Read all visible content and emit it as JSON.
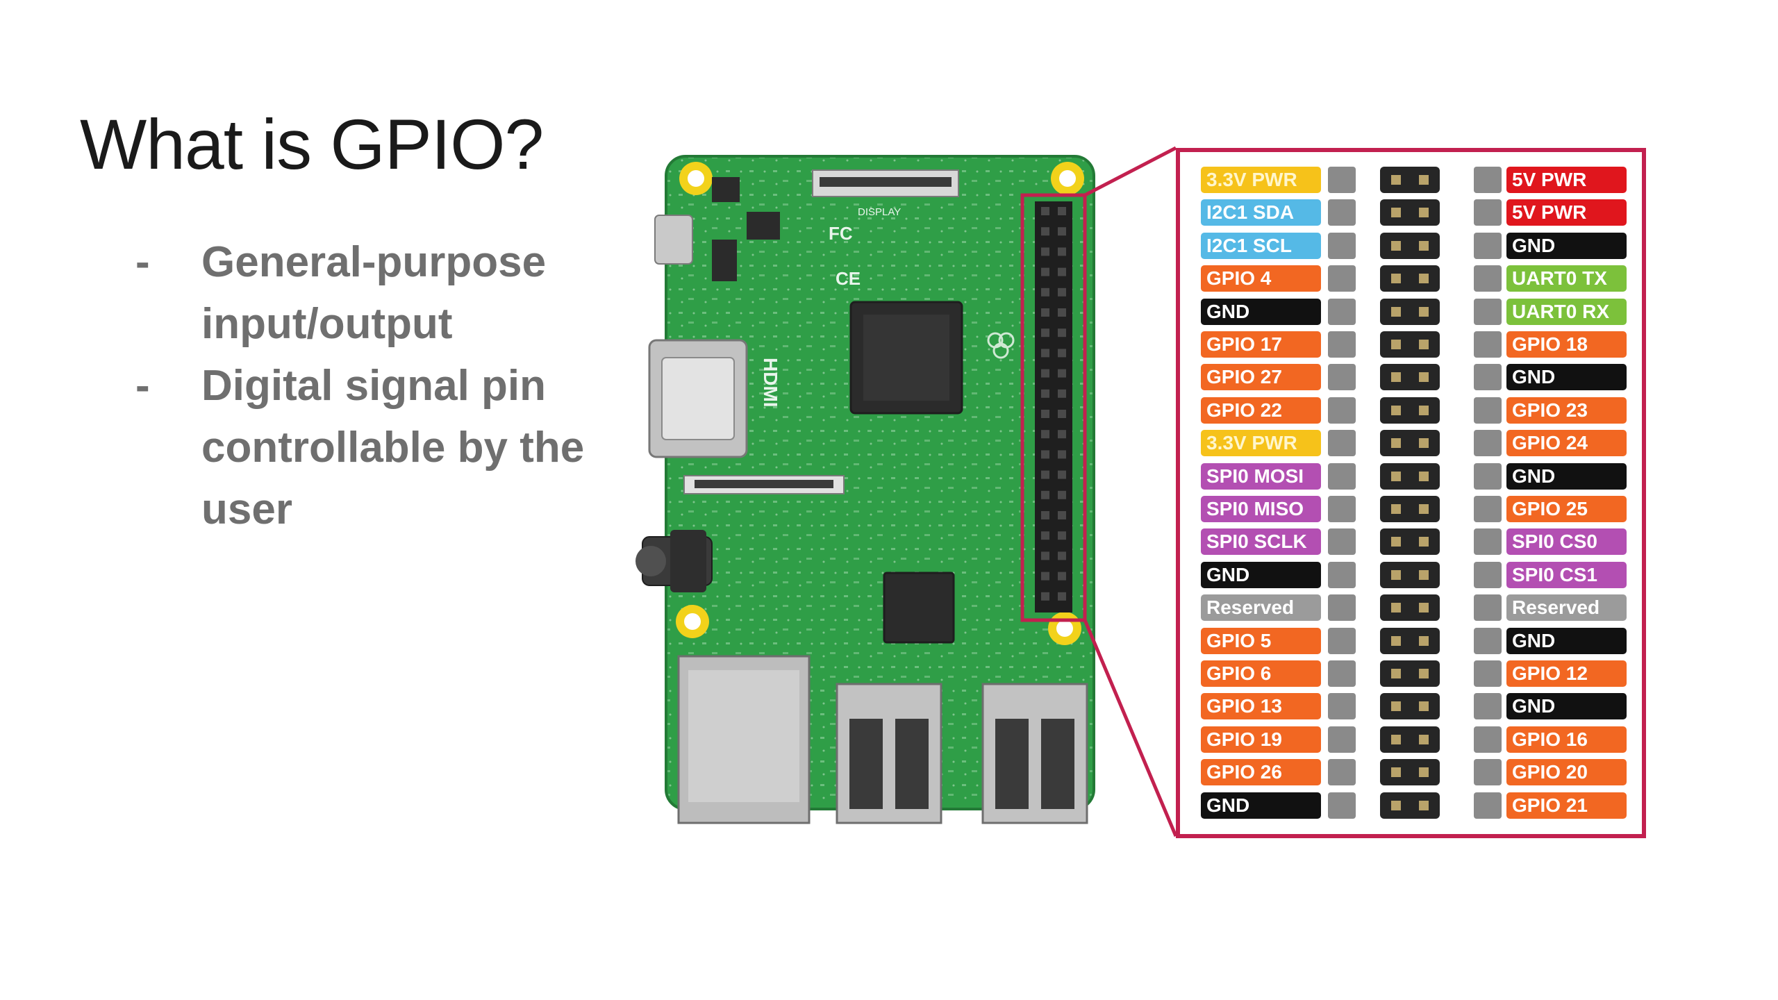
{
  "slide": {
    "title": "What is GPIO?",
    "bullets": [
      {
        "dash": "-",
        "text": "General-purpose input/output"
      },
      {
        "dash": "-",
        "text": "Digital signal pin controllable by the user"
      }
    ]
  },
  "board": {
    "labels": {
      "hdmi": "HDMI",
      "display": "DISPLAY",
      "fc": "FC",
      "ce": "CE"
    },
    "colors": {
      "pcb": "#2f9e47",
      "pcb_dark": "#237a36",
      "mount_hole": "#f2d21b",
      "metal": "#c2c2c2",
      "chip": "#2b2b2b"
    }
  },
  "pinout": {
    "frame_color": "#c2204f",
    "colors": {
      "power33": "#f6c21a",
      "power5": "#e0161d",
      "i2c": "#55b9e6",
      "gpio": "#f26722",
      "gnd": "#111111",
      "uart": "#7cc13b",
      "spi": "#b34fb2",
      "reserved": "#9b9b9b"
    },
    "rows": [
      {
        "left": {
          "text": "3.3V PWR",
          "kind": "power33"
        },
        "right": {
          "text": "5V PWR",
          "kind": "power5"
        }
      },
      {
        "left": {
          "text": "I2C1 SDA",
          "kind": "i2c"
        },
        "right": {
          "text": "5V PWR",
          "kind": "power5"
        }
      },
      {
        "left": {
          "text": "I2C1 SCL",
          "kind": "i2c"
        },
        "right": {
          "text": "GND",
          "kind": "gnd"
        }
      },
      {
        "left": {
          "text": "GPIO 4",
          "kind": "gpio"
        },
        "right": {
          "text": "UART0 TX",
          "kind": "uart"
        }
      },
      {
        "left": {
          "text": "GND",
          "kind": "gnd"
        },
        "right": {
          "text": "UART0 RX",
          "kind": "uart"
        }
      },
      {
        "left": {
          "text": "GPIO 17",
          "kind": "gpio"
        },
        "right": {
          "text": "GPIO 18",
          "kind": "gpio"
        }
      },
      {
        "left": {
          "text": "GPIO 27",
          "kind": "gpio"
        },
        "right": {
          "text": "GND",
          "kind": "gnd"
        }
      },
      {
        "left": {
          "text": "GPIO 22",
          "kind": "gpio"
        },
        "right": {
          "text": "GPIO 23",
          "kind": "gpio"
        }
      },
      {
        "left": {
          "text": "3.3V PWR",
          "kind": "power33"
        },
        "right": {
          "text": "GPIO 24",
          "kind": "gpio"
        }
      },
      {
        "left": {
          "text": "SPI0 MOSI",
          "kind": "spi"
        },
        "right": {
          "text": "GND",
          "kind": "gnd"
        }
      },
      {
        "left": {
          "text": "SPI0 MISO",
          "kind": "spi"
        },
        "right": {
          "text": "GPIO 25",
          "kind": "gpio"
        }
      },
      {
        "left": {
          "text": "SPI0 SCLK",
          "kind": "spi"
        },
        "right": {
          "text": "SPI0 CS0",
          "kind": "spi"
        }
      },
      {
        "left": {
          "text": "GND",
          "kind": "gnd"
        },
        "right": {
          "text": "SPI0 CS1",
          "kind": "spi"
        }
      },
      {
        "left": {
          "text": "Reserved",
          "kind": "reserved"
        },
        "right": {
          "text": "Reserved",
          "kind": "reserved"
        }
      },
      {
        "left": {
          "text": "GPIO 5",
          "kind": "gpio"
        },
        "right": {
          "text": "GND",
          "kind": "gnd"
        }
      },
      {
        "left": {
          "text": "GPIO 6",
          "kind": "gpio"
        },
        "right": {
          "text": "GPIO 12",
          "kind": "gpio"
        }
      },
      {
        "left": {
          "text": "GPIO 13",
          "kind": "gpio"
        },
        "right": {
          "text": "GND",
          "kind": "gnd"
        }
      },
      {
        "left": {
          "text": "GPIO 19",
          "kind": "gpio"
        },
        "right": {
          "text": "GPIO 16",
          "kind": "gpio"
        }
      },
      {
        "left": {
          "text": "GPIO 26",
          "kind": "gpio"
        },
        "right": {
          "text": "GPIO 20",
          "kind": "gpio"
        }
      },
      {
        "left": {
          "text": "GND",
          "kind": "gnd"
        },
        "right": {
          "text": "GPIO 21",
          "kind": "gpio"
        }
      }
    ]
  }
}
